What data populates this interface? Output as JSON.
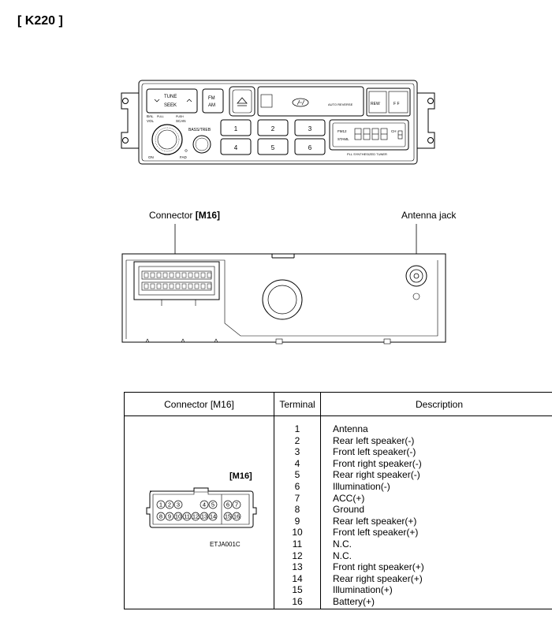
{
  "page_title": "[ K220 ]",
  "radio": {
    "tune": "TUNE",
    "seek": "SEEK",
    "fm": "FM",
    "am": "AM",
    "auto_reverse": "AUTO REVERSE",
    "rew": "REW",
    "ff": "F F",
    "bal": "BAL",
    "pull": "PULL",
    "vol": "VOL",
    "push": "PUSH",
    "scan": "SCAN",
    "bass_treb": "BASS/TREB",
    "on": "ON",
    "fad": "FAD",
    "presets": [
      "1",
      "2",
      "3",
      "4",
      "5",
      "6"
    ],
    "display_band": "FM12",
    "display_mode": "STAML",
    "display_ch": "CH",
    "pll": "PLL SYNTHESIZED TUNER"
  },
  "rear": {
    "connector_label_prefix": "Connector ",
    "connector_label_code": "[M16]",
    "antenna_label": "Antenna jack"
  },
  "table": {
    "headers": [
      "Connector [M16]",
      "Terminal",
      "Description"
    ],
    "connector_code": "[M16]",
    "image_code": "ETJA001C",
    "pins_top": [
      "1",
      "2",
      "3",
      "4",
      "5",
      "6",
      "7"
    ],
    "pins_bottom": [
      "8",
      "9",
      "10",
      "11",
      "12",
      "13",
      "14",
      "15",
      "16"
    ],
    "terminals": [
      "1",
      "2",
      "3",
      "4",
      "5",
      "6",
      "7",
      "8",
      "9",
      "10",
      "11",
      "12",
      "13",
      "14",
      "15",
      "16"
    ],
    "descriptions": [
      "Antenna",
      "Rear left speaker(-)",
      "Front left speaker(-)",
      "Front right speaker(-)",
      "Rear right speaker(-)",
      "Illumination(-)",
      "ACC(+)",
      "Ground",
      "Rear left speaker(+)",
      "Front left speaker(+)",
      "N.C.",
      "N.C.",
      "Front right speaker(+)",
      "Rear right speaker(+)",
      "Illumination(+)",
      "Battery(+)"
    ]
  }
}
